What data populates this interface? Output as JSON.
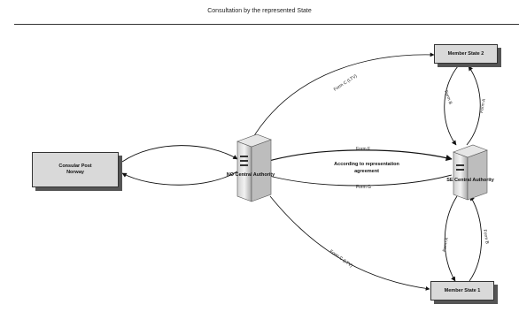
{
  "title": "Consultation by the represented State",
  "nodes": {
    "consular_post": {
      "line1": "Consular Post",
      "line2": "Norway"
    },
    "no_authority": "NO Central Authority",
    "se_authority": "SE Central Authority",
    "member_state_2": "Member State 2",
    "member_state_1": "Member State 1"
  },
  "edges": {
    "no_to_ms2": "Form C (LTV)",
    "no_to_ms1": "Form C (LTV)",
    "no_to_se_top": "Form F",
    "no_to_se_bottom": "Form G",
    "agreement_line1": "According to representation",
    "agreement_line2": "agreement",
    "ms2_left": "Form B",
    "ms2_right": "Form A",
    "ms1_left": "Form A",
    "ms1_right": "Form B"
  }
}
